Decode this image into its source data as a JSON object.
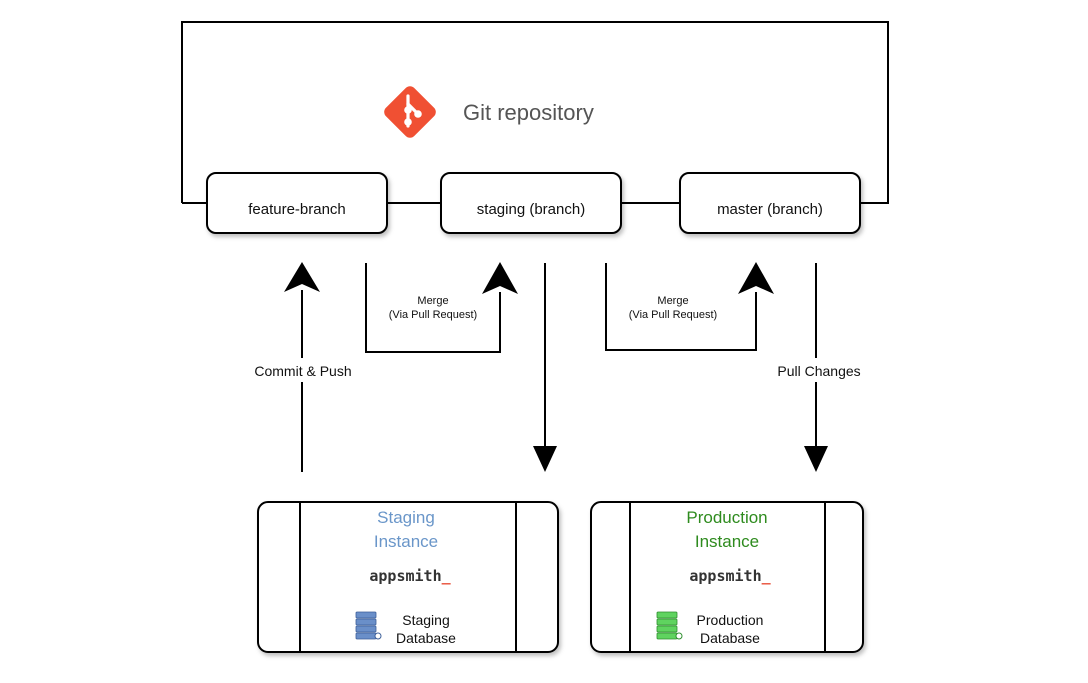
{
  "repository": {
    "title": "Git repository",
    "icon": "git-logo-icon",
    "icon_color": "#F05033"
  },
  "branches": {
    "feature": "feature-branch",
    "staging": "staging (branch)",
    "master": "master (branch)"
  },
  "edges": {
    "commit_push": "Commit & Push",
    "merge_1": {
      "line1": "Merge",
      "line2": "(Via Pull Request)"
    },
    "merge_2": {
      "line1": "Merge",
      "line2": "(Via Pull Request)"
    },
    "pull_changes": "Pull Changes"
  },
  "instances": {
    "staging": {
      "title_line1": "Staging",
      "title_line2": "Instance",
      "title_color": "#6A96C9",
      "brand": "appsmith",
      "brand_underscore": "_",
      "brand_underscore_color": "#E8503A",
      "db_line1": "Staging",
      "db_line2": "Database",
      "db_icon": "database-server-icon",
      "db_icon_color": "#6A8FC9"
    },
    "production": {
      "title_line1": "Production",
      "title_line2": "Instance",
      "title_color": "#2E8B1E",
      "brand": "appsmith",
      "brand_underscore": "_",
      "brand_underscore_color": "#E8503A",
      "db_line1": "Production",
      "db_line2": "Database",
      "db_icon": "database-server-icon",
      "db_icon_color": "#5FD35F"
    }
  }
}
